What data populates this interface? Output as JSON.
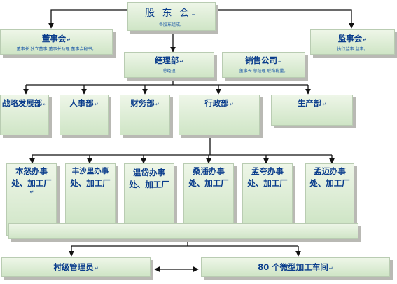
{
  "shareholders": {
    "title": "股 东 会",
    "sub": "各股东组成。"
  },
  "board": {
    "title": "董事会",
    "sub": "董事长  独立董事  董事长助理  董事会秘书。"
  },
  "supervisors": {
    "title": "监事会",
    "sub": "执行监事  监事。"
  },
  "manager": {
    "title": "经理部",
    "sub": "总经理"
  },
  "sales": {
    "title": "销售公司",
    "sub": "董事长  总经理  联络秘量。"
  },
  "departments": [
    {
      "name": "战略发展部"
    },
    {
      "name": "人事部"
    },
    {
      "name": "财务部"
    },
    {
      "name": "行政部"
    },
    {
      "name": "生产部"
    }
  ],
  "offices": [
    {
      "line1": "本怒办事",
      "line2": "处、加工厂"
    },
    {
      "line1": "丰沙里办事",
      "line2": "处、加工厂"
    },
    {
      "line1": "温岱办事",
      "line2": "处、加工厂"
    },
    {
      "line1": "桑潘办事",
      "line2": "处、加工厂"
    },
    {
      "line1": "孟夸办事",
      "line2": "处、加工厂"
    },
    {
      "line1": "孟迈办事",
      "line2": "处、加工厂"
    }
  ],
  "merge_bar": {
    "mark": "."
  },
  "village": {
    "title": "村级管理员"
  },
  "workshops": {
    "title": "80 个微型加工车间"
  },
  "return_mark": "↵"
}
